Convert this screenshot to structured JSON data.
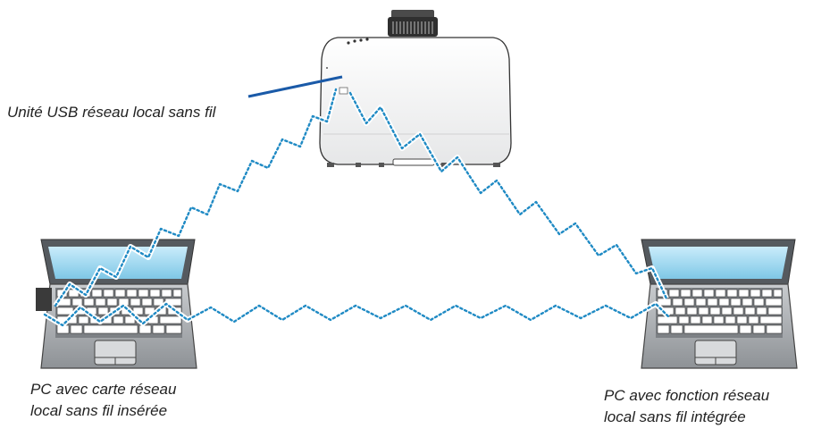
{
  "labels": {
    "usb_unit": "Unité USB réseau local sans fil",
    "pc_left_line1": "PC avec carte réseau",
    "pc_left_line2": "local sans fil insérée",
    "pc_right_line1": "PC avec fonction réseau",
    "pc_right_line2": "local sans fil intégrée"
  },
  "colors": {
    "signal_blue": "#1f8ac4",
    "pointer_line": "#1a5aa8",
    "device_gray": "#9a9ea2",
    "screen_blue": "#9fd6ef"
  }
}
